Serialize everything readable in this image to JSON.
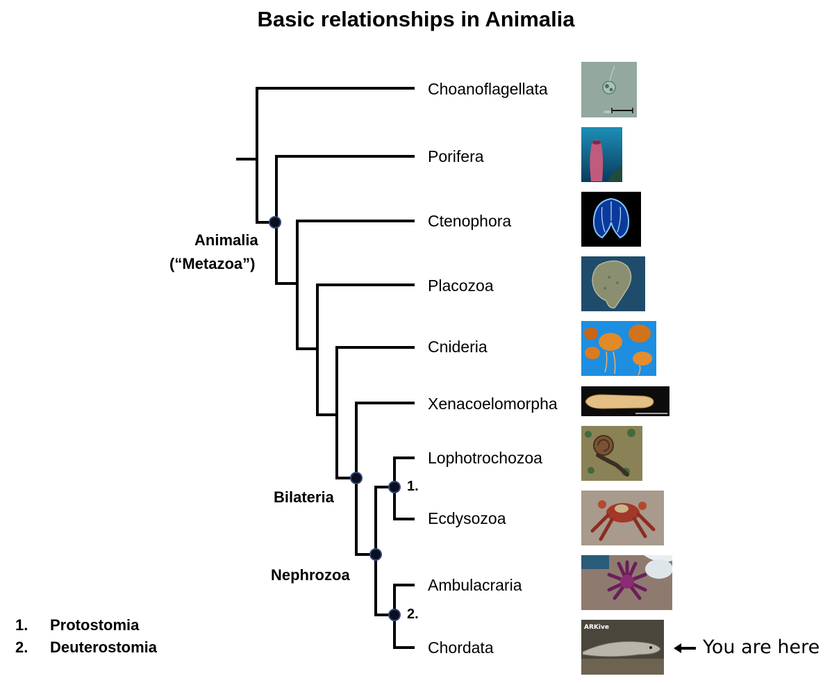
{
  "title": "Basic relationships in Animalia",
  "taxa": [
    {
      "name": "Choanoflagellata",
      "photo": "choanoflagellate-micrograph-icon"
    },
    {
      "name": "Porifera",
      "photo": "sponge-photo-icon"
    },
    {
      "name": "Ctenophora",
      "photo": "comb-jelly-photo-icon"
    },
    {
      "name": "Placozoa",
      "photo": "placozoan-photo-icon"
    },
    {
      "name": "Cnideria",
      "photo": "jellyfish-photo-icon"
    },
    {
      "name": "Xenacoelomorpha",
      "photo": "flatworm-photo-icon"
    },
    {
      "name": "Lophotrochozoa",
      "photo": "snail-photo-icon"
    },
    {
      "name": "Ecdysozoa",
      "photo": "crab-photo-icon"
    },
    {
      "name": "Ambulacraria",
      "photo": "starfish-photo-icon"
    },
    {
      "name": "Chordata",
      "photo": "lamprey-photo-icon"
    }
  ],
  "nodes": {
    "animalia_line1": "Animalia",
    "animalia_line2": "(“Metazoa”)",
    "bilateria": "Bilateria",
    "nephrozoa": "Nephrozoa",
    "protostomia_num": "1.",
    "deuterostomia_num": "2."
  },
  "legend": [
    {
      "num": "1.",
      "label": "Protostomia"
    },
    {
      "num": "2.",
      "label": "Deuterostomia"
    }
  ],
  "photo_watermark": "ARKive",
  "annotation": {
    "text": "You are here",
    "icon": "left-arrow-icon"
  },
  "colors": {
    "line": "#000000",
    "node_fill": "#0b0f1e",
    "node_stroke": "#2c4a7a"
  }
}
